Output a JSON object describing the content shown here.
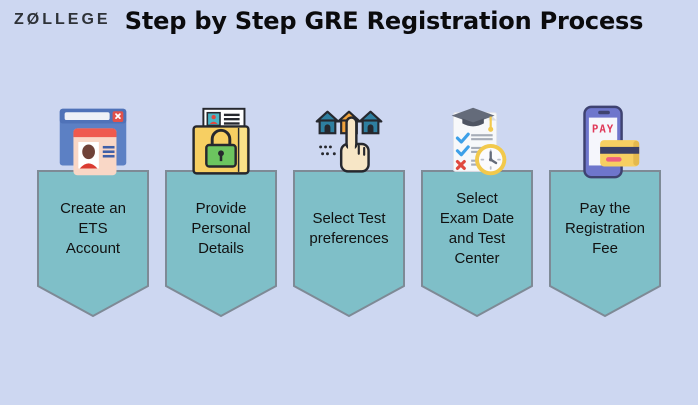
{
  "header": {
    "logo": "ZØLLEGE",
    "title": "Step by Step GRE Registration Process"
  },
  "steps": [
    {
      "icon": "browser-profile-card-icon",
      "label": "Create an\nETS\nAccount"
    },
    {
      "icon": "locked-folder-document-icon",
      "label": "Provide\nPersonal\nDetails"
    },
    {
      "icon": "house-options-pointing-hand-icon",
      "label": "Select Test\npreferences"
    },
    {
      "icon": "checklist-graduation-cap-clock-icon",
      "label": "Select\nExam Date\nand Test\nCenter"
    },
    {
      "icon": "phone-payment-card-icon",
      "label": "Pay the\nRegistration\nFee",
      "icon_text": "PAY"
    }
  ],
  "colors": {
    "background": "#cdd7f1",
    "banner_fill": "#7fbfc8",
    "banner_border": "#7e8a96",
    "title_text": "#0b0b0d",
    "banner_text": "#111111",
    "logo_text": "#2e3238"
  }
}
